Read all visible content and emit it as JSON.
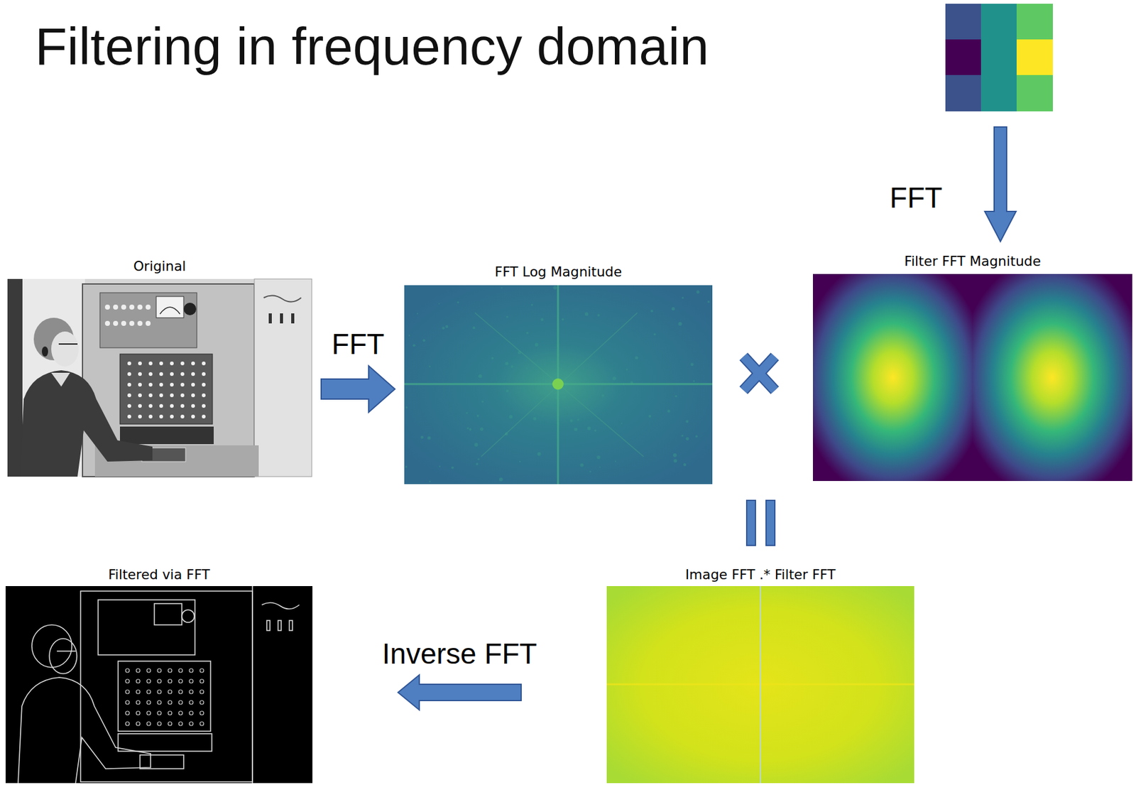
{
  "diagram": {
    "title": "Filtering in frequency domain",
    "nodes": [
      {
        "text": [
          "Original"
        ]
      },
      {
        "text": [
          "FFT Log Magnitude"
        ]
      },
      {
        "text": [
          "Filter FFT Magnitude"
        ]
      },
      {
        "text": [
          "Image FFT .* Filter FFT"
        ]
      },
      {
        "text": [
          "Filtered via FFT"
        ]
      }
    ],
    "edges": [
      {
        "from": 0,
        "to": 1,
        "arrow": "to",
        "label": "FFT"
      },
      {
        "from": 3,
        "to": 4,
        "arrow": "to",
        "label": "Inverse FFT"
      }
    ],
    "labels": [
      "FFT"
    ]
  }
}
